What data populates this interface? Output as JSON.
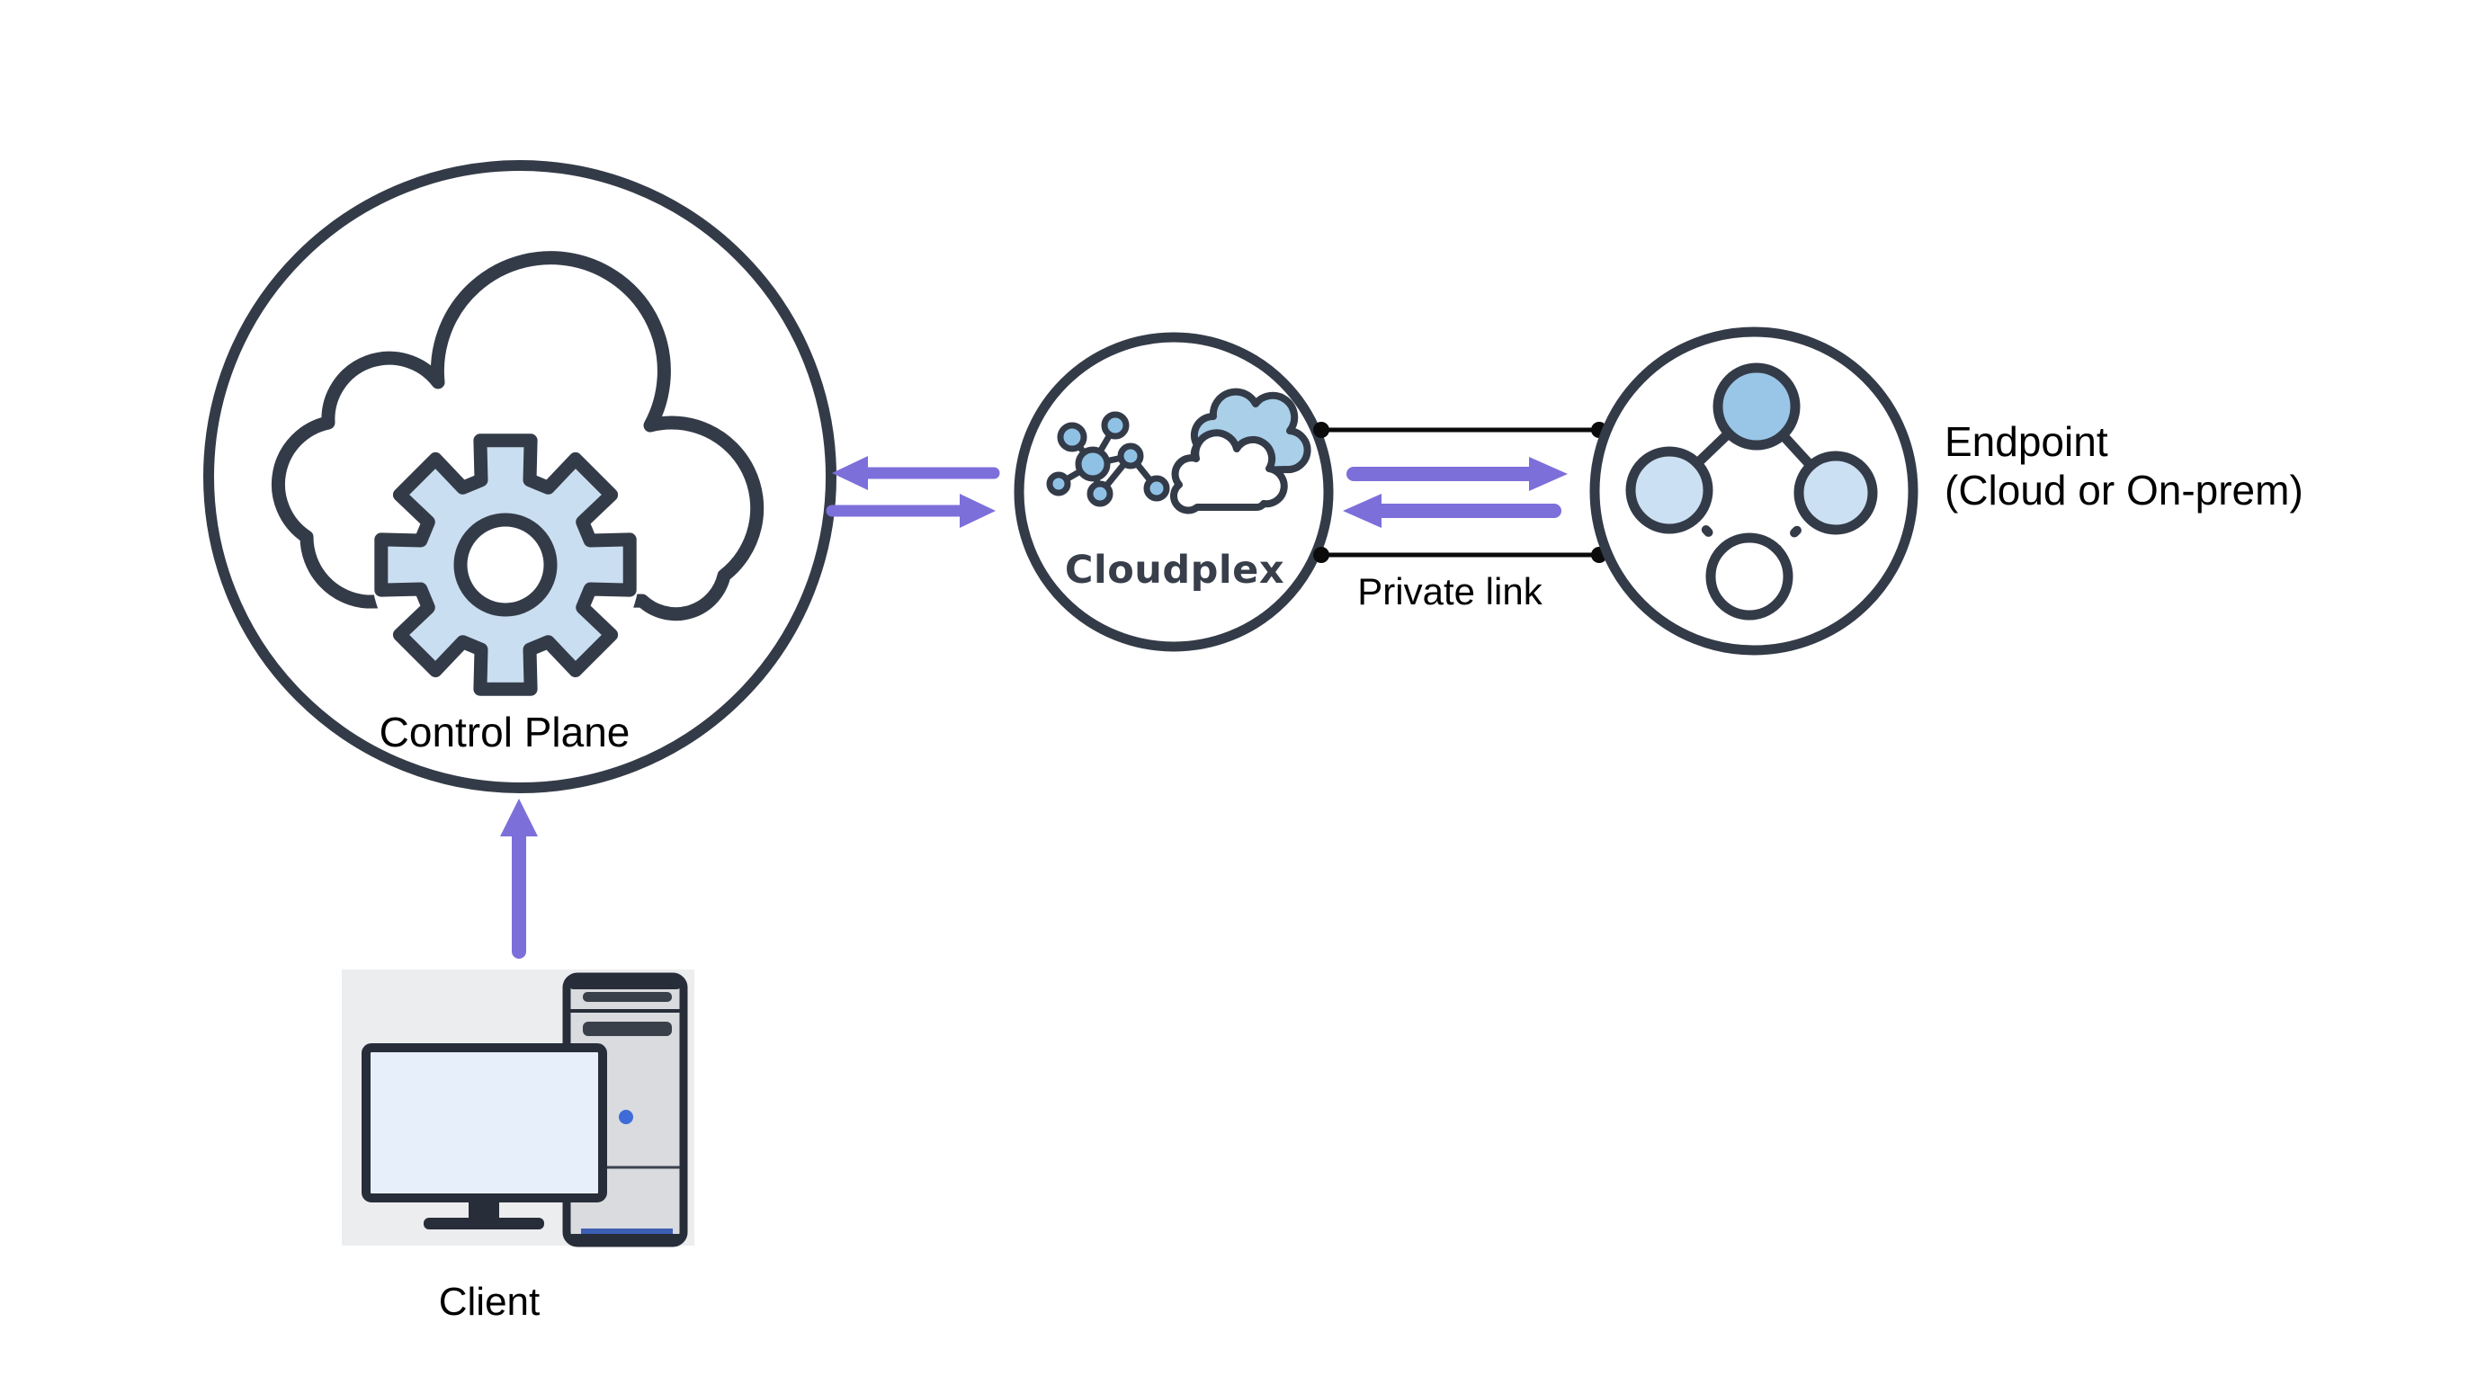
{
  "diagram": {
    "control_plane": {
      "label": "Control Plane"
    },
    "cloudplex": {
      "label": "Cloudplex"
    },
    "endpoint": {
      "label_line1": "Endpoint",
      "label_line2": "(Cloud or On-prem)"
    },
    "private_link": {
      "label": "Private link"
    },
    "client": {
      "label": "Client"
    },
    "icons": [
      "cloud-icon",
      "gear-icon",
      "network-graph-icon",
      "cloud-pair-icon",
      "cluster-icon",
      "desktop-computer-icon"
    ],
    "colors": {
      "outline_dark": "#343B48",
      "arrow_purple": "#7D6FDA",
      "link_black": "#0B0B0B",
      "light_blue_fill": "#C9DEF0",
      "medium_blue_fill": "#8FC1E5",
      "endpoint_top_blue": "#99C6E7",
      "endpoint_side_blue": "#CBE0F2",
      "back_cloud_blue": "#A9CFE9",
      "client_bg_gray": "#ECEDEF",
      "tower_gray": "#D9DBDE",
      "screen_blue": "#E7F0FA",
      "power_dot_blue": "#3F6BD9",
      "tower_strip_blue": "#3C5FB4"
    }
  }
}
